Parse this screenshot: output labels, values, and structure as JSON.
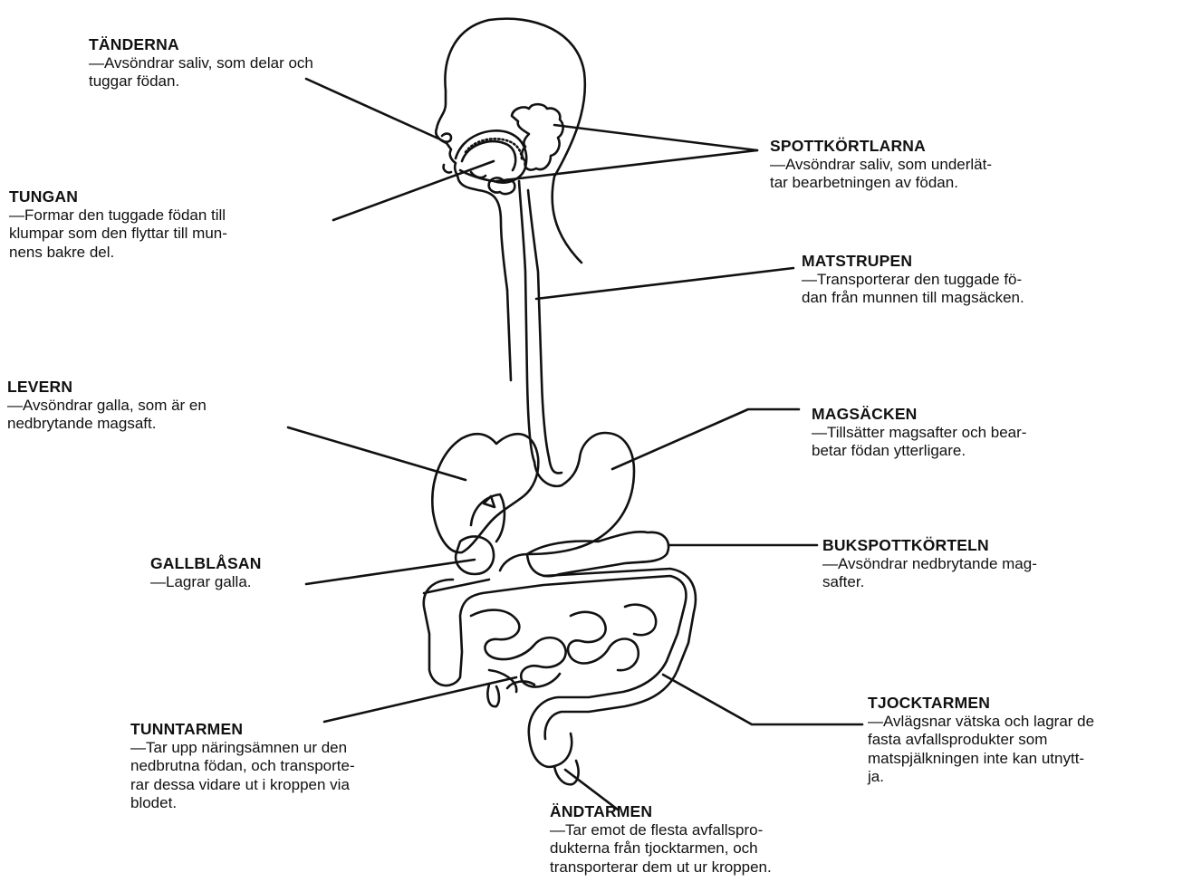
{
  "labels": {
    "tanderna": {
      "title": "TÄNDERNA",
      "text": "—Avsöndrar saliv, som delar och\ntuggar födan."
    },
    "tungan": {
      "title": "TUNGAN",
      "text": "—Formar den tuggade födan till\nklumpar som den flyttar till mun-\nnens bakre del."
    },
    "levern": {
      "title": "LEVERN",
      "text": "—Avsöndrar galla, som är en\nnedbrytande magsaft."
    },
    "gallblasan": {
      "title": "GALLBLÅSAN",
      "text": "—Lagrar galla."
    },
    "tunntarmen": {
      "title": "TUNNTARMEN",
      "text": "—Tar upp näringsämnen ur den\nnedbrutna födan, och transporte-\nrar dessa vidare ut i kroppen via\nblodet."
    },
    "spottkortlarna": {
      "title": "SPOTTKÖRTLARNA",
      "text": "—Avsöndrar saliv, som underlät-\ntar bearbetningen av födan."
    },
    "matstrupen": {
      "title": "MATSTRUPEN",
      "text": "—Transporterar den tuggade fö-\ndan från munnen till magsäcken."
    },
    "magsacken": {
      "title": "MAGSÄCKEN",
      "text": "—Tillsätter magsafter och bear-\nbetar födan ytterligare."
    },
    "bukspottkorteln": {
      "title": "BUKSPOTTKÖRTELN",
      "text": "—Avsöndrar nedbrytande mag-\nsafter."
    },
    "tjocktarmen": {
      "title": "TJOCKTARMEN",
      "text": "—Avlägsnar vätska och lagrar de\nfasta avfallsprodukter som\nmatspjälkningen inte kan utnytt-\nja."
    },
    "andtarmen": {
      "title": "ÄNDTARMEN",
      "text": "—Tar emot de flesta avfallspro-\ndukterna från tjocktarmen, och\ntransporterar dem ut ur kroppen."
    }
  }
}
